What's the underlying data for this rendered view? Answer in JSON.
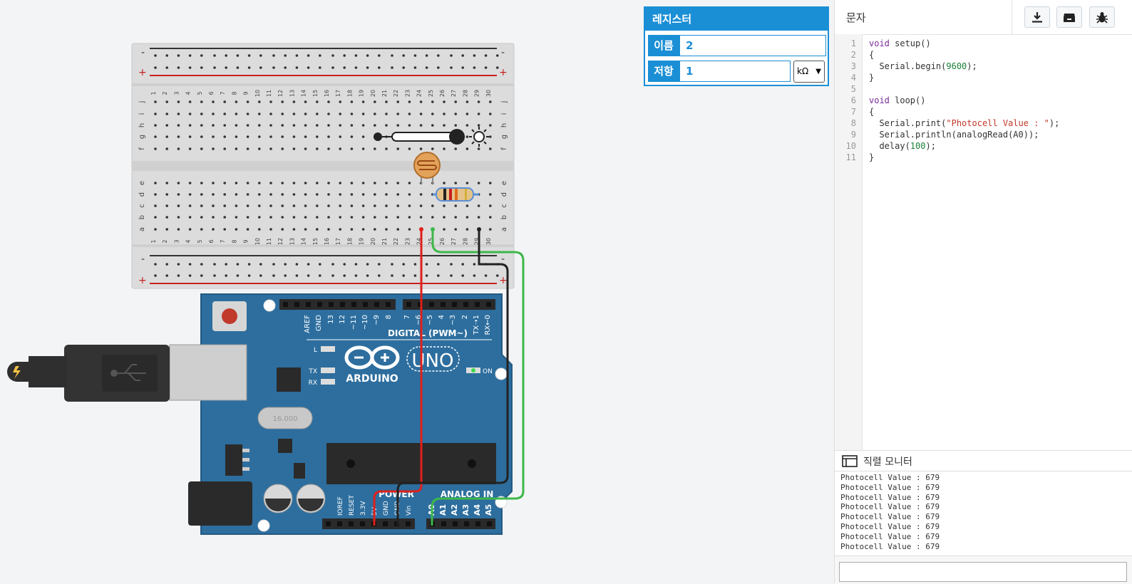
{
  "inspector": {
    "title": "레지스터",
    "name_label": "이름",
    "name_value": "2",
    "resistance_label": "저항",
    "resistance_value": "1",
    "unit": "kΩ"
  },
  "code_panel": {
    "mode": "문자",
    "toolbar_icons": [
      "download-icon",
      "upload-icon",
      "debug-bug-icon"
    ],
    "line_numbers": [
      "1",
      "2",
      "3",
      "4",
      "5",
      "6",
      "7",
      "8",
      "9",
      "10",
      "11"
    ]
  },
  "code": {
    "l1_kw": "void",
    "l1_rest": " setup()",
    "l2": "{",
    "l3_pre": "  Serial.begin(",
    "l3_num": "9600",
    "l3_post": ");",
    "l4": "}",
    "l6_kw": "void",
    "l6_rest": " loop()",
    "l7": "{",
    "l8_pre": "  Serial.print(",
    "l8_str": "\"Photocell Value : \"",
    "l8_post": ");",
    "l9": "  Serial.println(analogRead(A0));",
    "l10_pre": "  delay(",
    "l10_num": "100",
    "l10_post": ");",
    "l11": "}"
  },
  "serial_monitor": {
    "title": "직렬 모니터",
    "lines": [
      "Photocell Value : 679",
      "Photocell Value : 679",
      "Photocell Value : 679",
      "Photocell Value : 679",
      "Photocell Value : 679",
      "Photocell Value : 679",
      "Photocell Value : 679",
      "Photocell Value : 679"
    ]
  },
  "breadboard": {
    "minus": "-",
    "plus": "+",
    "row_letters_top": [
      "j",
      "i",
      "h",
      "g",
      "f"
    ],
    "row_letters_bottom": [
      "e",
      "d",
      "c",
      "b",
      "a"
    ],
    "columns": [
      "1",
      "2",
      "3",
      "4",
      "5",
      "6",
      "7",
      "8",
      "9",
      "10",
      "11",
      "12",
      "13",
      "14",
      "15",
      "16",
      "17",
      "18",
      "19",
      "20",
      "21",
      "22",
      "23",
      "24",
      "25",
      "26",
      "27",
      "28",
      "29",
      "30"
    ]
  },
  "arduino": {
    "logo_text": "ARDUINO",
    "model": "UNO",
    "digital_label": "DIGITAL (PWM~)",
    "analog_label": "ANALOG IN",
    "power_label": "POWER",
    "crystal_label": "16.000",
    "on_label": "ON",
    "led_labels": [
      "L",
      "TX",
      "RX"
    ],
    "digital_pins": [
      "AREF",
      "GND",
      "13",
      "12",
      "~11",
      "~10",
      "~9",
      "8",
      "7",
      "~6",
      "~5",
      "4",
      "~3",
      "2",
      "TX➝1",
      "RX←0"
    ],
    "power_pins": [
      "IOREF",
      "RESET",
      "3.3V",
      "5V",
      "GND",
      "GND",
      "Vin"
    ],
    "analog_pins": [
      "A0",
      "A1",
      "A2",
      "A3",
      "A4",
      "A5"
    ]
  },
  "colors": {
    "accent": "#1a8fd6",
    "board": "#2d6e9e",
    "wire_red": "#e0201b",
    "wire_green": "#3db849",
    "wire_black": "#222222"
  }
}
